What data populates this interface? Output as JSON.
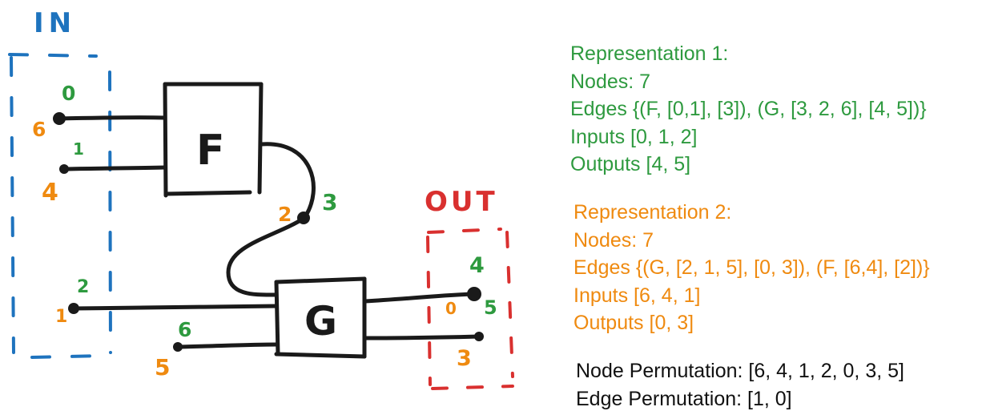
{
  "colors": {
    "ink": "#1a1a1a",
    "blue": "#1e73be",
    "red": "#d9302f",
    "green": "#2e9a3f",
    "orange": "#ef8a10",
    "black_text": "#111111"
  },
  "diagram": {
    "in_label": "IN",
    "out_label": "OUT",
    "node_f_label": "F",
    "node_g_label": "G",
    "port_labels": {
      "f_in_top_green": "0",
      "f_in_top_orange": "6",
      "f_in_bottom_green": "1",
      "f_in_bottom_orange": "4",
      "mid_orange": "2",
      "mid_green": "3",
      "g_in_green": "2",
      "g_in_orange": "1",
      "g_bottom_green": "6",
      "g_bottom_orange": "5",
      "out_top_green": "4",
      "out_top_orange": "0",
      "out_mid_green": "5",
      "out_bottom_orange": "3"
    }
  },
  "representation1": {
    "title": "Representation 1:",
    "nodes": "Nodes: 7",
    "edges": "Edges {(F, [0,1], [3]), (G, [3, 2, 6], [4, 5])}",
    "inputs": "Inputs [0, 1, 2]",
    "outputs": "Outputs [4, 5]"
  },
  "representation2": {
    "title": "Representation 2:",
    "nodes": "Nodes: 7",
    "edges": "Edges {(G, [2, 1, 5], [0, 3]), (F, [6,4], [2])}",
    "inputs": "Inputs [6, 4, 1]",
    "outputs": "Outputs [0, 3]"
  },
  "permutations": {
    "node": "Node Permutation: [6, 4, 1, 2, 0, 3, 5]",
    "edge": "Edge Permutation: [1, 0]"
  }
}
